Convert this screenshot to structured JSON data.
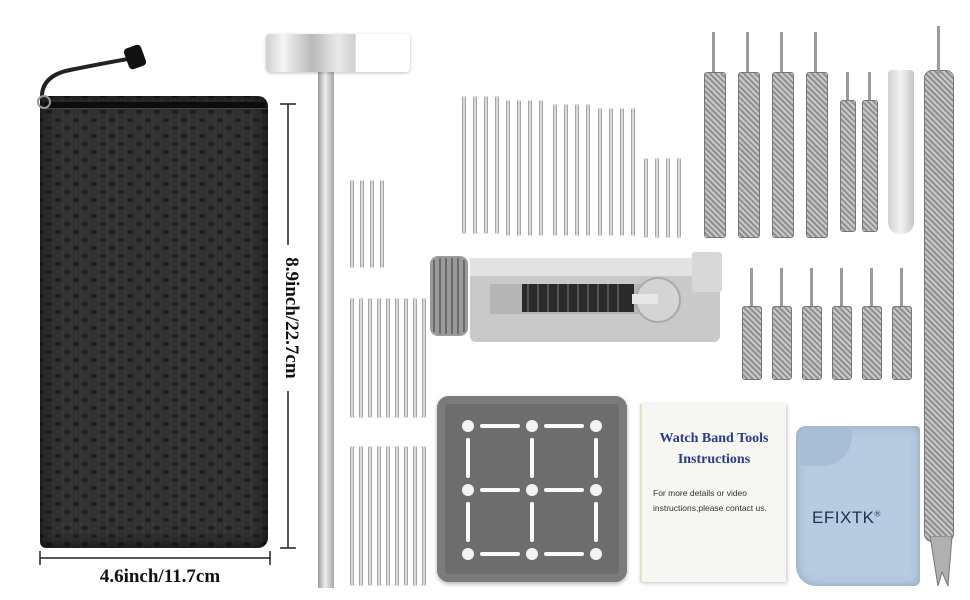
{
  "product": {
    "height_label": "8.9inch/22.7cm",
    "width_label": "4.6inch/11.7cm"
  },
  "booklet": {
    "title_line1": "Watch Band Tools",
    "title_line2": "Instructions",
    "note_line1": "For more details or video",
    "note_line2": "instructions,please contact us."
  },
  "cloth": {
    "brand": "EFIXTK",
    "registered_mark": "®"
  },
  "colors": {
    "pouch": "#1b1b1b",
    "holder": "#6d6d6d",
    "booklet_title": "#2b3a8a",
    "cloth": "#b8cbe0"
  }
}
